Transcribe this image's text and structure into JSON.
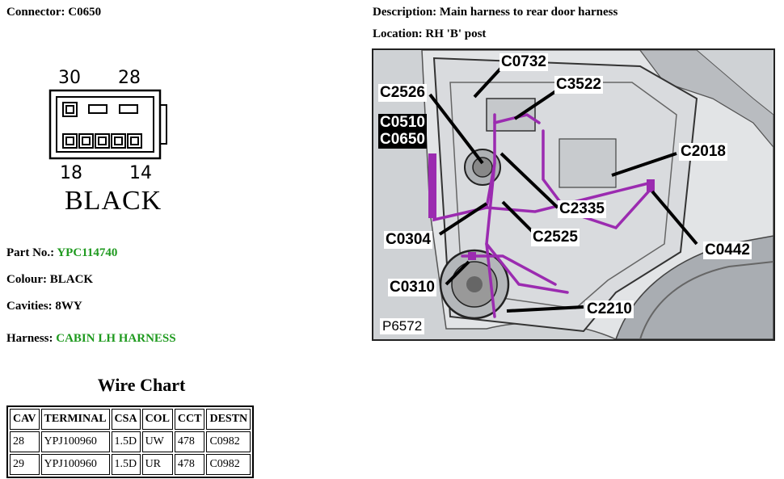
{
  "connector": {
    "label": "Connector: C0650",
    "pin_numbers": {
      "top_left": "30",
      "top_right": "28",
      "bottom_left": "18",
      "bottom_right": "14"
    },
    "color_text": "BLACK"
  },
  "info": {
    "part_label": "Part No.: ",
    "part_value": "YPC114740",
    "colour": "Colour: BLACK",
    "cavities": "Cavities: 8WY",
    "harness_label": "Harness: ",
    "harness_value": "CABIN LH HARNESS"
  },
  "description": "Description: Main harness to rear door harness",
  "location": "Location: RH 'B' post",
  "wire_chart": {
    "title": "Wire Chart",
    "headers": [
      "CAV",
      "TERMINAL",
      "CSA",
      "COL",
      "CCT",
      "DESTN"
    ],
    "rows": [
      [
        "28",
        "YPJ100960",
        "1.5D",
        "UW",
        "478",
        "C0982"
      ],
      [
        "29",
        "YPJ100960",
        "1.5D",
        "UR",
        "478",
        "C0982"
      ]
    ]
  },
  "picture": {
    "id": "P6572",
    "callouts": [
      "C0732",
      "C2526",
      "C3522",
      "C0510",
      "C0650",
      "C2018",
      "C2335",
      "C0304",
      "C2525",
      "C0442",
      "C0310",
      "C2210"
    ]
  },
  "colors": {
    "link_green": "#1f9a1f",
    "harness_purple": "#9b2bb0"
  }
}
